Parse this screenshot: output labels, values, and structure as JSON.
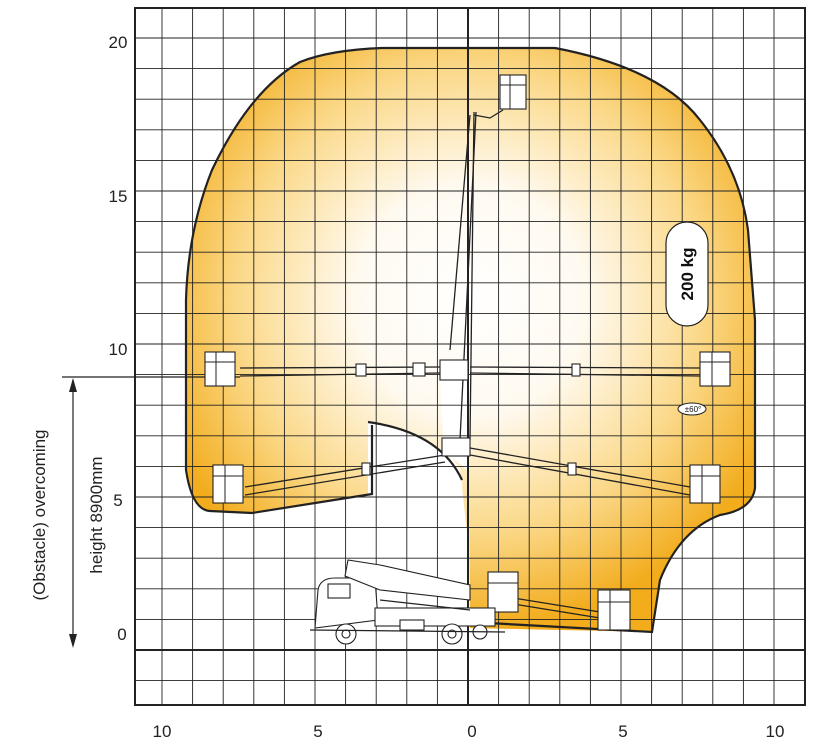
{
  "diagram": {
    "x_tick_labels": [
      "10",
      "5",
      "0",
      "5",
      "10"
    ],
    "y_tick_labels": [
      "0",
      "5",
      "10",
      "15",
      "20"
    ],
    "capacity_label": "200 kg",
    "rotation_label": "±60°",
    "obstacle_label_line1": "(Obstacle) overcoming",
    "obstacle_label_line2": "height 8900mm",
    "colors": {
      "envelope_outer": "#f2ac1c",
      "envelope_inner": "#ffffff",
      "grid": "#222222",
      "background": "#ffffff"
    }
  }
}
